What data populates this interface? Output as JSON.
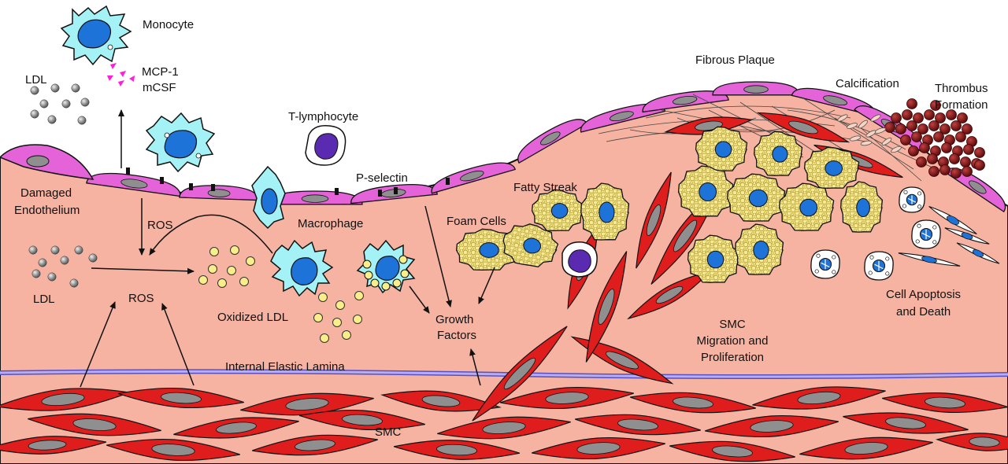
{
  "diagram": {
    "labels": {
      "monocyte": "Monocyte",
      "mcp1": "MCP-1",
      "mcsf": "mCSF",
      "ldl_top": "LDL",
      "ldl_mid": "LDL",
      "damaged1": "Damaged",
      "damaged2": "Endothelium",
      "ros_upper": "ROS",
      "ros_lower": "ROS",
      "t_lymphocyte": "T-lymphocyte",
      "p_selectin": "P-selectin",
      "macrophage": "Macrophage",
      "oxidized_ldl": "Oxidized LDL",
      "foam_cells": "Foam Cells",
      "fatty_streak": "Fatty Streak",
      "growth1": "Growth",
      "growth2": "Factors",
      "fibrous_plaque": "Fibrous Plaque",
      "calcification": "Calcification",
      "thrombus1": "Thrombus",
      "thrombus2": "Formation",
      "smc_mig1": "SMC",
      "smc_mig2": "Migration and",
      "smc_mig3": "Proliferation",
      "apoptosis1": "Cell Apoptosis",
      "apoptosis2": "and Death",
      "iel": "Internal Elastic Lamina",
      "smc_bottom": "SMC"
    },
    "colors": {
      "tissue": "#f6b3a1",
      "endothelium": "#e563d8",
      "smc": "#e01d1d",
      "nucleus": "#8f8f8f",
      "monocyte": "#a5f2f6",
      "cell_nucleus": "#1e73d8",
      "foam": "#f4e27a",
      "tcell": "#5a2bb0",
      "thrombus": "#8b1414",
      "lamina": "#9a8ee6",
      "chemokine": "#ff1fdc",
      "oxldl": "#f8ee8a"
    }
  }
}
